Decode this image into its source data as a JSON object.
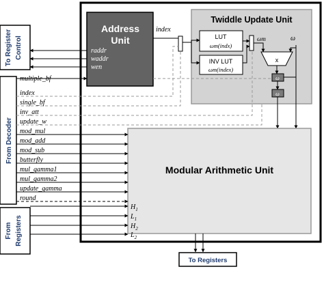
{
  "blocks": {
    "address_unit": {
      "line1": "Address",
      "line2": "Unit"
    },
    "twiddle_unit": "Twiddle Update Unit",
    "lut": {
      "title": "LUT",
      "expr": "ωm(indx)"
    },
    "inv_lut": {
      "title": "INV LUT",
      "expr": "ωm(index)"
    },
    "mult": "x",
    "modular_unit": "Modular Arithmetic  Unit"
  },
  "left_boxes": {
    "to_register_control": [
      "To Register",
      "Control"
    ],
    "from_decoder": "From Decoder",
    "from_registers": [
      "From",
      "Registers"
    ]
  },
  "address_outputs": [
    "raddr",
    "waddr",
    "wen"
  ],
  "signals": {
    "index_top": "index",
    "omega_m": "ωm",
    "omega": "ω",
    "multiple_bf": "multiple_bf",
    "omega_prime_out": "ω'",
    "omega_out": "ω"
  },
  "control_signals": [
    "index",
    "single_bf",
    "inv_att",
    "update_w",
    "mod_mul",
    "mod_add",
    "mod_sub",
    "butterfly",
    "mul_gamma1",
    "mul_gamma2",
    "update_gamma",
    "round"
  ],
  "register_inputs": [
    {
      "base": "H",
      "sub": "1"
    },
    {
      "base": "L",
      "sub": "1"
    },
    {
      "base": "H",
      "sub": "2"
    },
    {
      "base": "L",
      "sub": "2"
    }
  ],
  "to_registers": "To Registers",
  "colors": {
    "address_fill": "#636363",
    "twiddle_fill": "#d3d3d3",
    "modular_fill": "#e6e6e6",
    "reg_fill": "#7b7b7b"
  }
}
